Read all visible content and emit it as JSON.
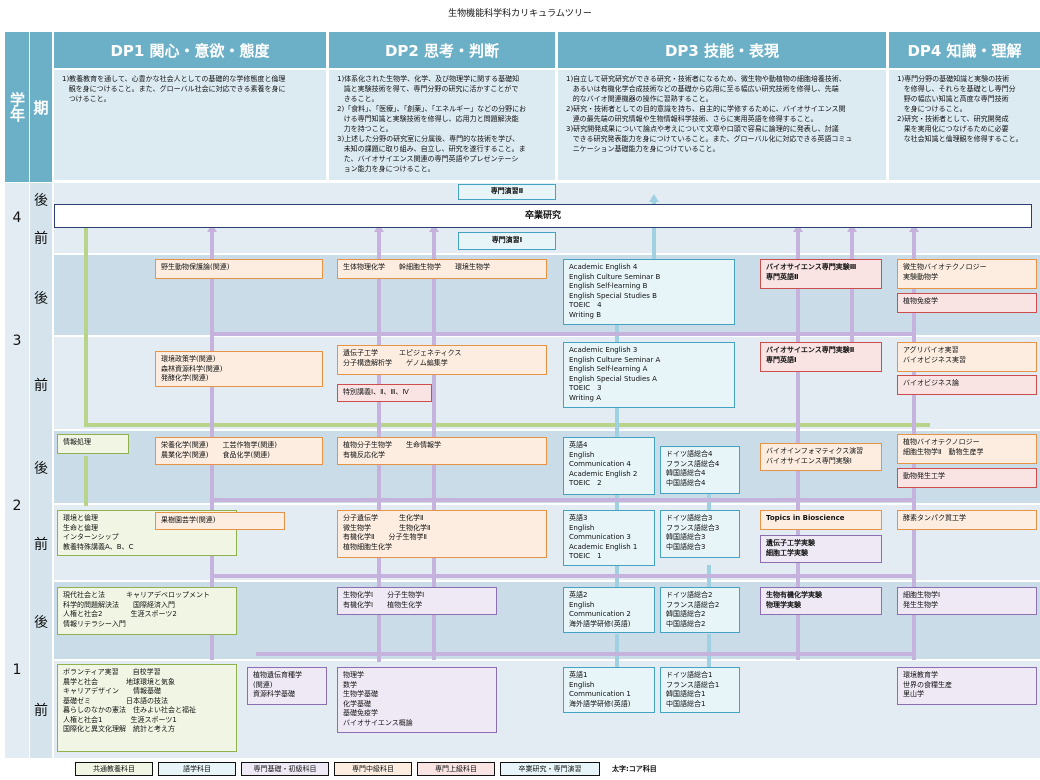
{
  "title": "生物機能科学科カリキュラムツリー",
  "header": {
    "year": "学年",
    "term": "期",
    "dp1": "DP1 関心・意欲・態度",
    "dp2": "DP2 思考・判断",
    "dp3": "DP3 技能・表現",
    "dp4": "DP4 知識・理解"
  },
  "desc": {
    "dp1": "1)教養教育を通して、心豊かな社会人としての基礎的な学修態度と倫理\n   観を身につけること。また、グローバル社会に対応できる素養を身に\n   つけること。",
    "dp2": "1)体系化された生物学、化学、及び物理学に関する基礎知\n   識と実験技術を得て、専門分野の研究に活かすことがで\n   きること。\n2)「食料」、「医療」、「創薬」、「エネルギー」などの分野にお\n   ける専門知識と実験技術を修得し、応用力と問題解決能\n   力を持つこと。\n3)上述した分野の研究室に分属後、専門的な技術を学び、\n   未知の課題に取り組み、自立し、研究を遂行すること。ま\n   た、バイオサイエンス関連の専門英語やプレゼンテーシ\n   ョン能力を身につけること。",
    "dp3": "1)自立して研究研究ができる研究・技術者になるため、微生物や動植物の細胞培養技術、\n   あるいは有機化学合成技術などの基礎から応用に至る幅広い研究技術を修得し、先端\n   的なバイオ関連機器の操作に習熟すること。\n2)研究・技術者としての目的意識を持ち、自主的に学修するために、バイオサイエンス関\n   連の最先端の研究情報や生物情報科学技術、さらに実用英語を修得すること。\n3)研究開発成果について論点や考えについて文章や口頭で容易に論理的に発表し、討議\n   できる研究発表能力を身につけていること。また、グローバル化に対応できる英語コミュ\n   ニケーション基礎能力を身につけていること。",
    "dp4": "1)専門分野の基礎知識と実験の技術\n   を修得し、それらを基礎とし専門分\n   野の幅広い知識と高度な専門技術\n   を身につけること。\n2)研究・技術者として、研究開発成\n   果を実用化につなげるために必要\n   な社会知識と倫理観を修得すること。"
  },
  "years": [
    "4",
    "3",
    "2",
    "1"
  ],
  "terms": {
    "late": "後",
    "early": "前"
  },
  "boxes": {
    "senmon2": "専門演習Ⅱ",
    "sotsugyo": "卒業研究",
    "senmon1": "専門演習Ⅰ",
    "y3l_dp1": "野生動物保護論(関連)",
    "y3l_dp2": "生体物理化学　　幹細胞生物学　　環境生物学",
    "y3l_dp3": "Academic English 4\nEnglish Culture Seminar B\nEnglish Self-learning B\nEnglish Special Studies B\nTOEIC　4\nWriting B",
    "y3l_dp3r": "バイオサイエンス専門実験Ⅲ\n専門英語Ⅱ",
    "y3l_dp4a": "微生物バイオテクノロジー\n実験動物学",
    "y3l_dp4b": "植物免疫学",
    "y3e_dp1": "環境政策学(関連)\n森林資源科学(関連)\n発酵化学(関連)",
    "y3e_dp2": "遺伝子工学　　　エピジェネティクス\n分子構造解析学　　ゲノム編集学",
    "y3e_dp2b": "特別講義Ⅰ、Ⅱ、Ⅲ、Ⅳ",
    "y3e_dp3": "Academic English 3\nEnglish Culture Seminar A\nEnglish Self-learning A\nEnglish Special Studies A\nTOEIC　3\nWriting A",
    "y3e_dp3r": "バイオサイエンス専門実験Ⅱ\n専門英語Ⅰ",
    "y3e_dp4a": "アグリバイオ実習\nバイオビジネス実習",
    "y3e_dp4b": "バイオビジネス論",
    "y2l_info": "情報処理",
    "y2l_dp1": "栄養化学(関連)　　工芸作物学(関連)\n農業化学(関連)　　食品化学(関連)",
    "y2l_dp2": "植物分子生物学　　生命情報学\n有機反応化学",
    "y2l_dp3a": "英語4\nEnglish\nCommunication 4\nAcademic English 2\nTOEIC　2",
    "y2l_dp3b": "ドイツ語総合4\nフランス語総合4\n韓国語総合4\n中国語総合4",
    "y2l_dp3r": "バイオインフォマティクス演習\nバイオサイエンス専門実験Ⅰ",
    "y2l_dp4a": "植物バイオテクノロジー\n細胞生物学Ⅱ　動物生産学",
    "y2l_dp4b": "動物発生工学",
    "y2e_gen": "環境と倫理\n生命と倫理\nインターンシップ\n教養特殊講義A、B、C",
    "y2e_dp1": "果樹園芸学(関連)",
    "y2e_dp2": "分子遺伝学　　　生化学Ⅱ\n微生物学　　　　生物化学Ⅱ\n有機化学Ⅱ　　分子生物学Ⅱ\n植物細胞生化学",
    "y2e_dp3a": "英語3\nEnglish\nCommunication 3\nAcademic English 1\nTOEIC　1",
    "y2e_dp3b": "ドイツ語総合3\nフランス語総合3\n韓国語総合3\n中国語総合3",
    "y2e_dp3o": "Topics in Bioscience",
    "y2e_dp3p": "遺伝子工学実験\n細胞工学実験",
    "y2e_dp4": "酵素タンパク質工学",
    "y1l_gen": "現代社会と法　　　キャリアデベロップメント\n科学的問題解決法　　国際経済入門\n人権と社会2　　　　生涯スポーツ2\n情報リテラシー入門",
    "y1l_dp2": "生物化学Ⅰ　　分子生物学Ⅰ\n有機化学Ⅰ　　植物生化学",
    "y1l_dp3a": "英語2\nEnglish\nCommunication 2\n海外語学研修(英語)",
    "y1l_dp3b": "ドイツ語総合2\nフランス語総合2\n韓国語総合2\n中国語総合2",
    "y1l_dp3p": "生物有機化学実験\n物理学実験",
    "y1l_dp4": "細胞生物学Ⅰ\n発生生物学",
    "y1e_gen": "ボランティア実習　　自校学習\n農学と社会　　　　地球環境と気象\nキャリアデザイン　　情報基礎\n基礎ゼミ　　　　　日本語の技法\n暮らしのなかの憲法　住みよい社会と福祉\n人権と社会1　　　　生涯スポーツ1\n国際化と異文化理解　統計と考え方",
    "y1e_dp1": "植物遺伝育種学\n(関連)\n資源科学基礎",
    "y1e_dp2": "物理学\n数学\n生物学基礎\n化学基礎\n基礎免疫学\nバイオサイエンス概論",
    "y1e_dp3a": "英語1\nEnglish\nCommunication 1\n海外語学研修(英語)",
    "y1e_dp3b": "ドイツ語総合1\nフランス語総合1\n韓国語総合1\n中国語総合1",
    "y1e_dp4": "環境教育学\n世界の食糧生産\n里山学"
  },
  "legend": {
    "g": "共通教養科目",
    "t1": "語学科目",
    "p": "専門基礎・初級科目",
    "o": "専門中級科目",
    "r": "専門上級科目",
    "t2": "卒業研究・専門演習",
    "core": "太字:コア科目"
  },
  "colors": {
    "header": "#6cb0c8",
    "green": "#8fb24e",
    "purple": "#8c6fb0",
    "orange": "#e69346",
    "red": "#cc4d4d",
    "teal": "#44a3c2"
  }
}
